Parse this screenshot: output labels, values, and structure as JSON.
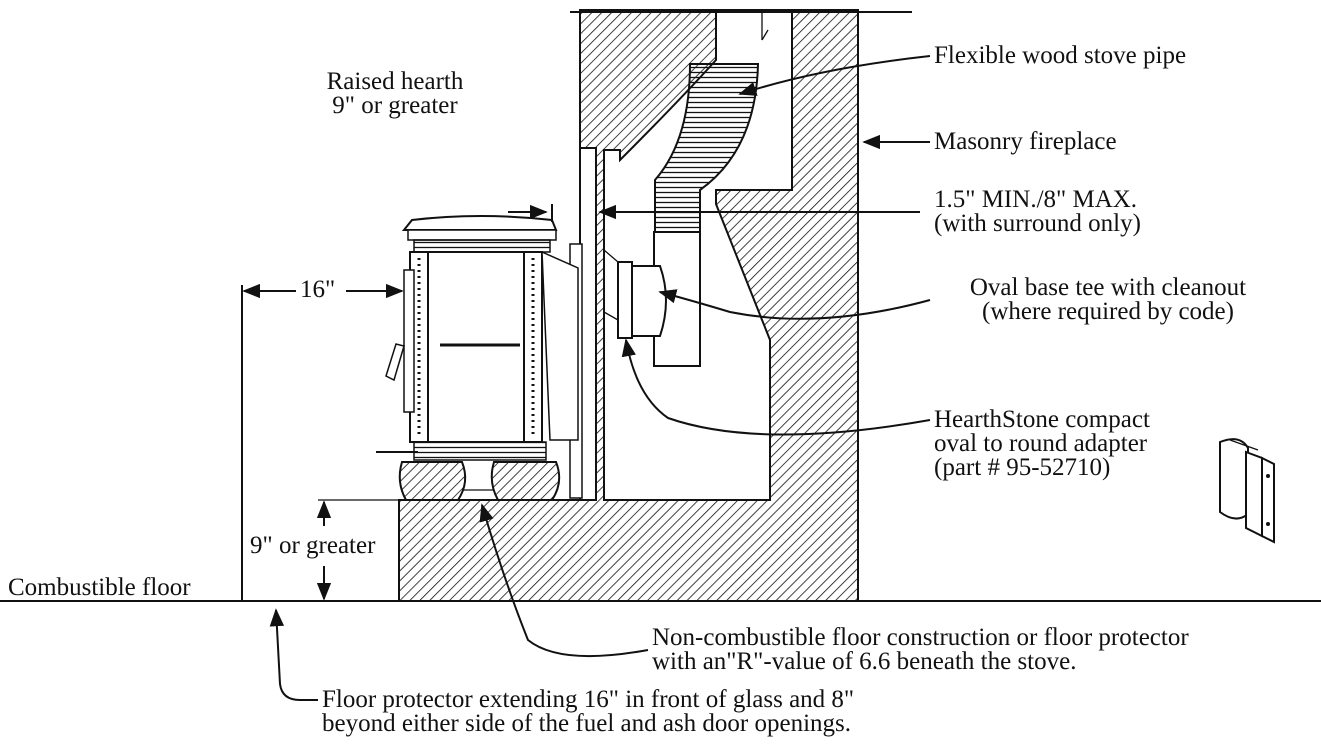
{
  "labels": {
    "raised_hearth": {
      "line1": "Raised hearth",
      "line2": "9\" or greater"
    },
    "flex_pipe": "Flexible wood stove pipe",
    "masonry": "Masonry fireplace",
    "clearance": {
      "line1": "1.5\" MIN./8\" MAX.",
      "line2": "(with surround only)"
    },
    "tee": {
      "line1": "Oval base tee with cleanout",
      "line2": "(where required by code)"
    },
    "adapter": {
      "line1": "HearthStone compact",
      "line2": "oval to round adapter",
      "line3": "(part # 95-52710)"
    },
    "dim_16": "16\"",
    "dim_9": "9\" or greater",
    "combustible_floor": "Combustible floor",
    "noncomb": {
      "line1": "Non-combustible floor construction or floor protector",
      "line2": "with an\"R\"-value of 6.6 beneath the stove."
    },
    "protector": {
      "line1": "Floor protector extending 16\" in front of glass and 8\"",
      "line2": "beyond either side of the fuel and ash door openings."
    }
  },
  "colors": {
    "line": "#111111",
    "background": "#ffffff"
  }
}
